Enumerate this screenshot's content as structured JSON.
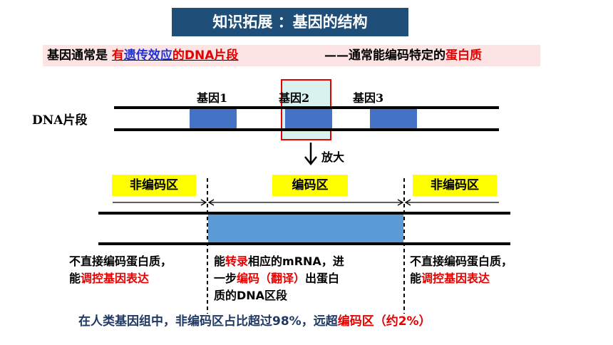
{
  "title": "知识拓展 ：基因的结构",
  "intro": {
    "prefix": "基因通常是 ",
    "p1": "有",
    "p2": "遗传效应",
    "p3": "的DNA片段",
    "dash_text": "——通常能编码特定的",
    "protein": "蛋白质"
  },
  "dna_label": "DNA片段",
  "genes": [
    "基因1",
    "基因2",
    "基因3"
  ],
  "zoom_label": "放大",
  "regions": {
    "left": "非编码区",
    "middle": "编码区",
    "right": "非编码区"
  },
  "desc_left": {
    "line1": "不直接编码蛋白质，",
    "line2_a": "能",
    "line2_b": "调控基因表达"
  },
  "desc_middle": {
    "line1_a": "能",
    "line1_b": "转录",
    "line1_c": "相应的mRNA，进",
    "line2_a": "一步",
    "line2_b": "编码（翻译）",
    "line2_c": "出蛋白",
    "line3": "质的DNA区段"
  },
  "desc_right": {
    "line1": "不直接编码蛋白质，",
    "line2_a": "能",
    "line2_b": "调控基因表达"
  },
  "bottom_note": {
    "text": "在人类基因组中，非编码区占比超过98%，远超",
    "red": "编码区（约2%）"
  },
  "colors": {
    "title_bg": "#1f4e79",
    "band_bg": "#fbe4e3",
    "gene_block": "#4472c4",
    "coding_block": "#5b9bd5",
    "highlight_box": "#d9f1ef",
    "highlight_border": "#e60000",
    "label_bg": "#ffff00",
    "emphasis_red": "#e60000",
    "emphasis_blue": "#1f33d6"
  }
}
